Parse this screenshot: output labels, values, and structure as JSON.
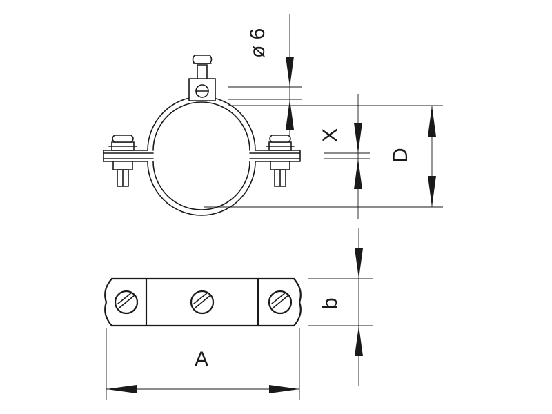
{
  "labels": {
    "screw_diameter": "ø 6",
    "offset": "X",
    "diameter": "D",
    "width": "b",
    "length": "A"
  }
}
